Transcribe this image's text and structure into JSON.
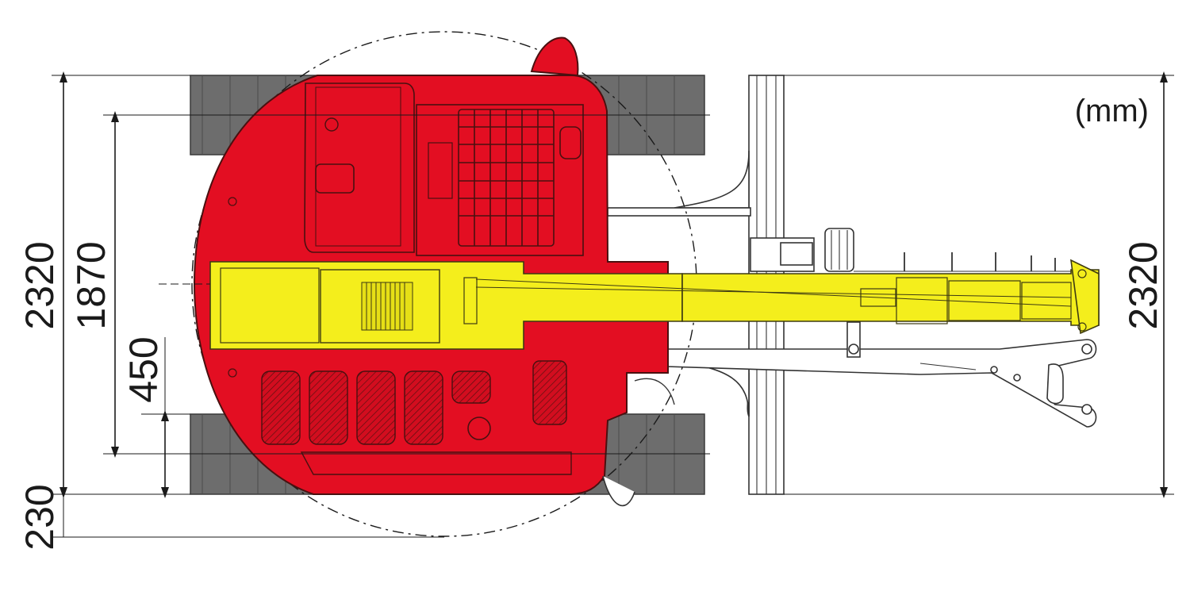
{
  "diagram": {
    "unit_label": "(mm)",
    "dimensions": {
      "overall_width_left": "2320",
      "overall_width_right": "2320",
      "track_inner_span": "1870",
      "track_shoe_width": "450",
      "tail_overhang": "230"
    },
    "colors": {
      "body": "#e30e22",
      "boom": "#f4ee1c",
      "tracks": "#6d6d6d",
      "lines": "#1a1a1a"
    }
  }
}
